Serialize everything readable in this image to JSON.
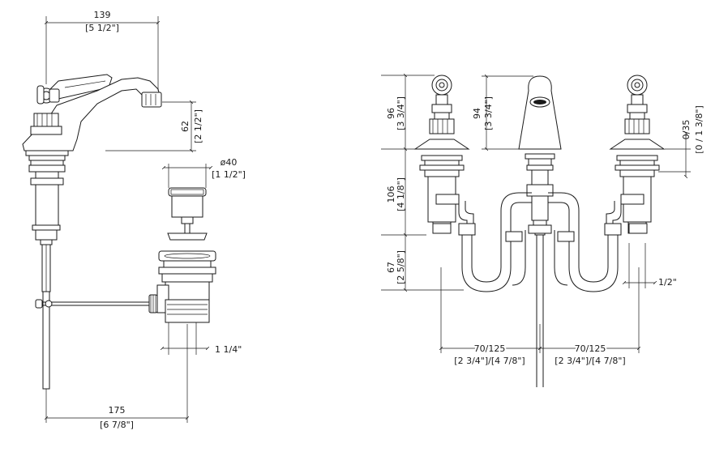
{
  "drawing": {
    "side_view": {
      "top_width": "139",
      "top_width_in": "[5 1/2\"]",
      "spout_height": "62",
      "spout_height_in": "[2 1/2\"]",
      "drain_diameter": "ø40",
      "drain_diameter_in": "[1 1/2\"]",
      "drain_outlet": "1 1/4\"",
      "bottom_width": "175",
      "bottom_width_in": "[6 7/8\"]"
    },
    "front_view": {
      "handle_height": "96",
      "handle_height_in": "[3 3/4\"]",
      "spout_height": "94",
      "spout_height_in": "[3 3/4\"]",
      "deck_thickness": "0/35",
      "deck_thickness_in": "[0 / 1 3/8\"]",
      "shank_height": "106",
      "shank_height_in": "[4 1/8\"]",
      "lower_height": "67",
      "lower_height_in": "[2 5/8\"]",
      "connection": "1/2\"",
      "spread_left": "70/125",
      "spread_left_in": "[2 3/4\"]/[4 7/8\"]",
      "spread_right": "70/125",
      "spread_right_in": "[2 3/4\"]/[4 7/8\"]"
    }
  }
}
